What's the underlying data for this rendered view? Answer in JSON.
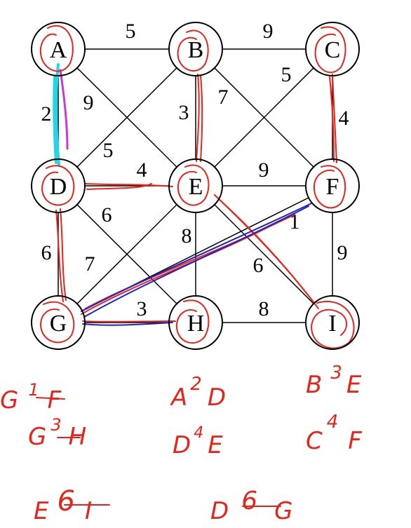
{
  "graph": {
    "nodes": [
      {
        "id": "A",
        "label": "A"
      },
      {
        "id": "B",
        "label": "B"
      },
      {
        "id": "C",
        "label": "C"
      },
      {
        "id": "D",
        "label": "D"
      },
      {
        "id": "E",
        "label": "E"
      },
      {
        "id": "F",
        "label": "F"
      },
      {
        "id": "G",
        "label": "G"
      },
      {
        "id": "H",
        "label": "H"
      },
      {
        "id": "I",
        "label": "I"
      }
    ],
    "edges": [
      {
        "from": "A",
        "to": "B",
        "weight": "5"
      },
      {
        "from": "B",
        "to": "C",
        "weight": "9"
      },
      {
        "from": "A",
        "to": "D",
        "weight": "2"
      },
      {
        "from": "A",
        "to": "E",
        "weight": "9"
      },
      {
        "from": "B",
        "to": "D",
        "weight": "5"
      },
      {
        "from": "B",
        "to": "E",
        "weight": "3"
      },
      {
        "from": "B",
        "to": "F",
        "weight": "7"
      },
      {
        "from": "C",
        "to": "E",
        "weight": "5"
      },
      {
        "from": "C",
        "to": "F",
        "weight": "4"
      },
      {
        "from": "D",
        "to": "E",
        "weight": "4"
      },
      {
        "from": "E",
        "to": "F",
        "weight": "9"
      },
      {
        "from": "D",
        "to": "H",
        "weight": "6"
      },
      {
        "from": "D",
        "to": "G",
        "weight": "6"
      },
      {
        "from": "E",
        "to": "G",
        "weight": "7"
      },
      {
        "from": "E",
        "to": "H",
        "weight": "8"
      },
      {
        "from": "E",
        "to": "I",
        "weight": "6"
      },
      {
        "from": "F",
        "to": "G",
        "weight": "1"
      },
      {
        "from": "F",
        "to": "I",
        "weight": "9"
      },
      {
        "from": "G",
        "to": "H",
        "weight": "3"
      },
      {
        "from": "H",
        "to": "I",
        "weight": "8"
      }
    ],
    "colors": {
      "ink_red": "#e8231a",
      "ink_blue": "#1c23c9",
      "ink_cyan": "#22d6e8",
      "ink_magenta": "#c63cd0"
    }
  },
  "notes": [
    {
      "left": "G",
      "weight": "1",
      "right": "F"
    },
    {
      "left": "A",
      "weight": "2",
      "right": "D"
    },
    {
      "left": "B",
      "weight": "3",
      "right": "E"
    },
    {
      "left": "G",
      "weight": "3",
      "right": "H"
    },
    {
      "left": "D",
      "weight": "4",
      "right": "E"
    },
    {
      "left": "C",
      "weight": "4",
      "right": "F"
    },
    {
      "left": "E",
      "weight": "6",
      "right": "I"
    },
    {
      "left": "D",
      "weight": "6",
      "right": "G"
    }
  ]
}
